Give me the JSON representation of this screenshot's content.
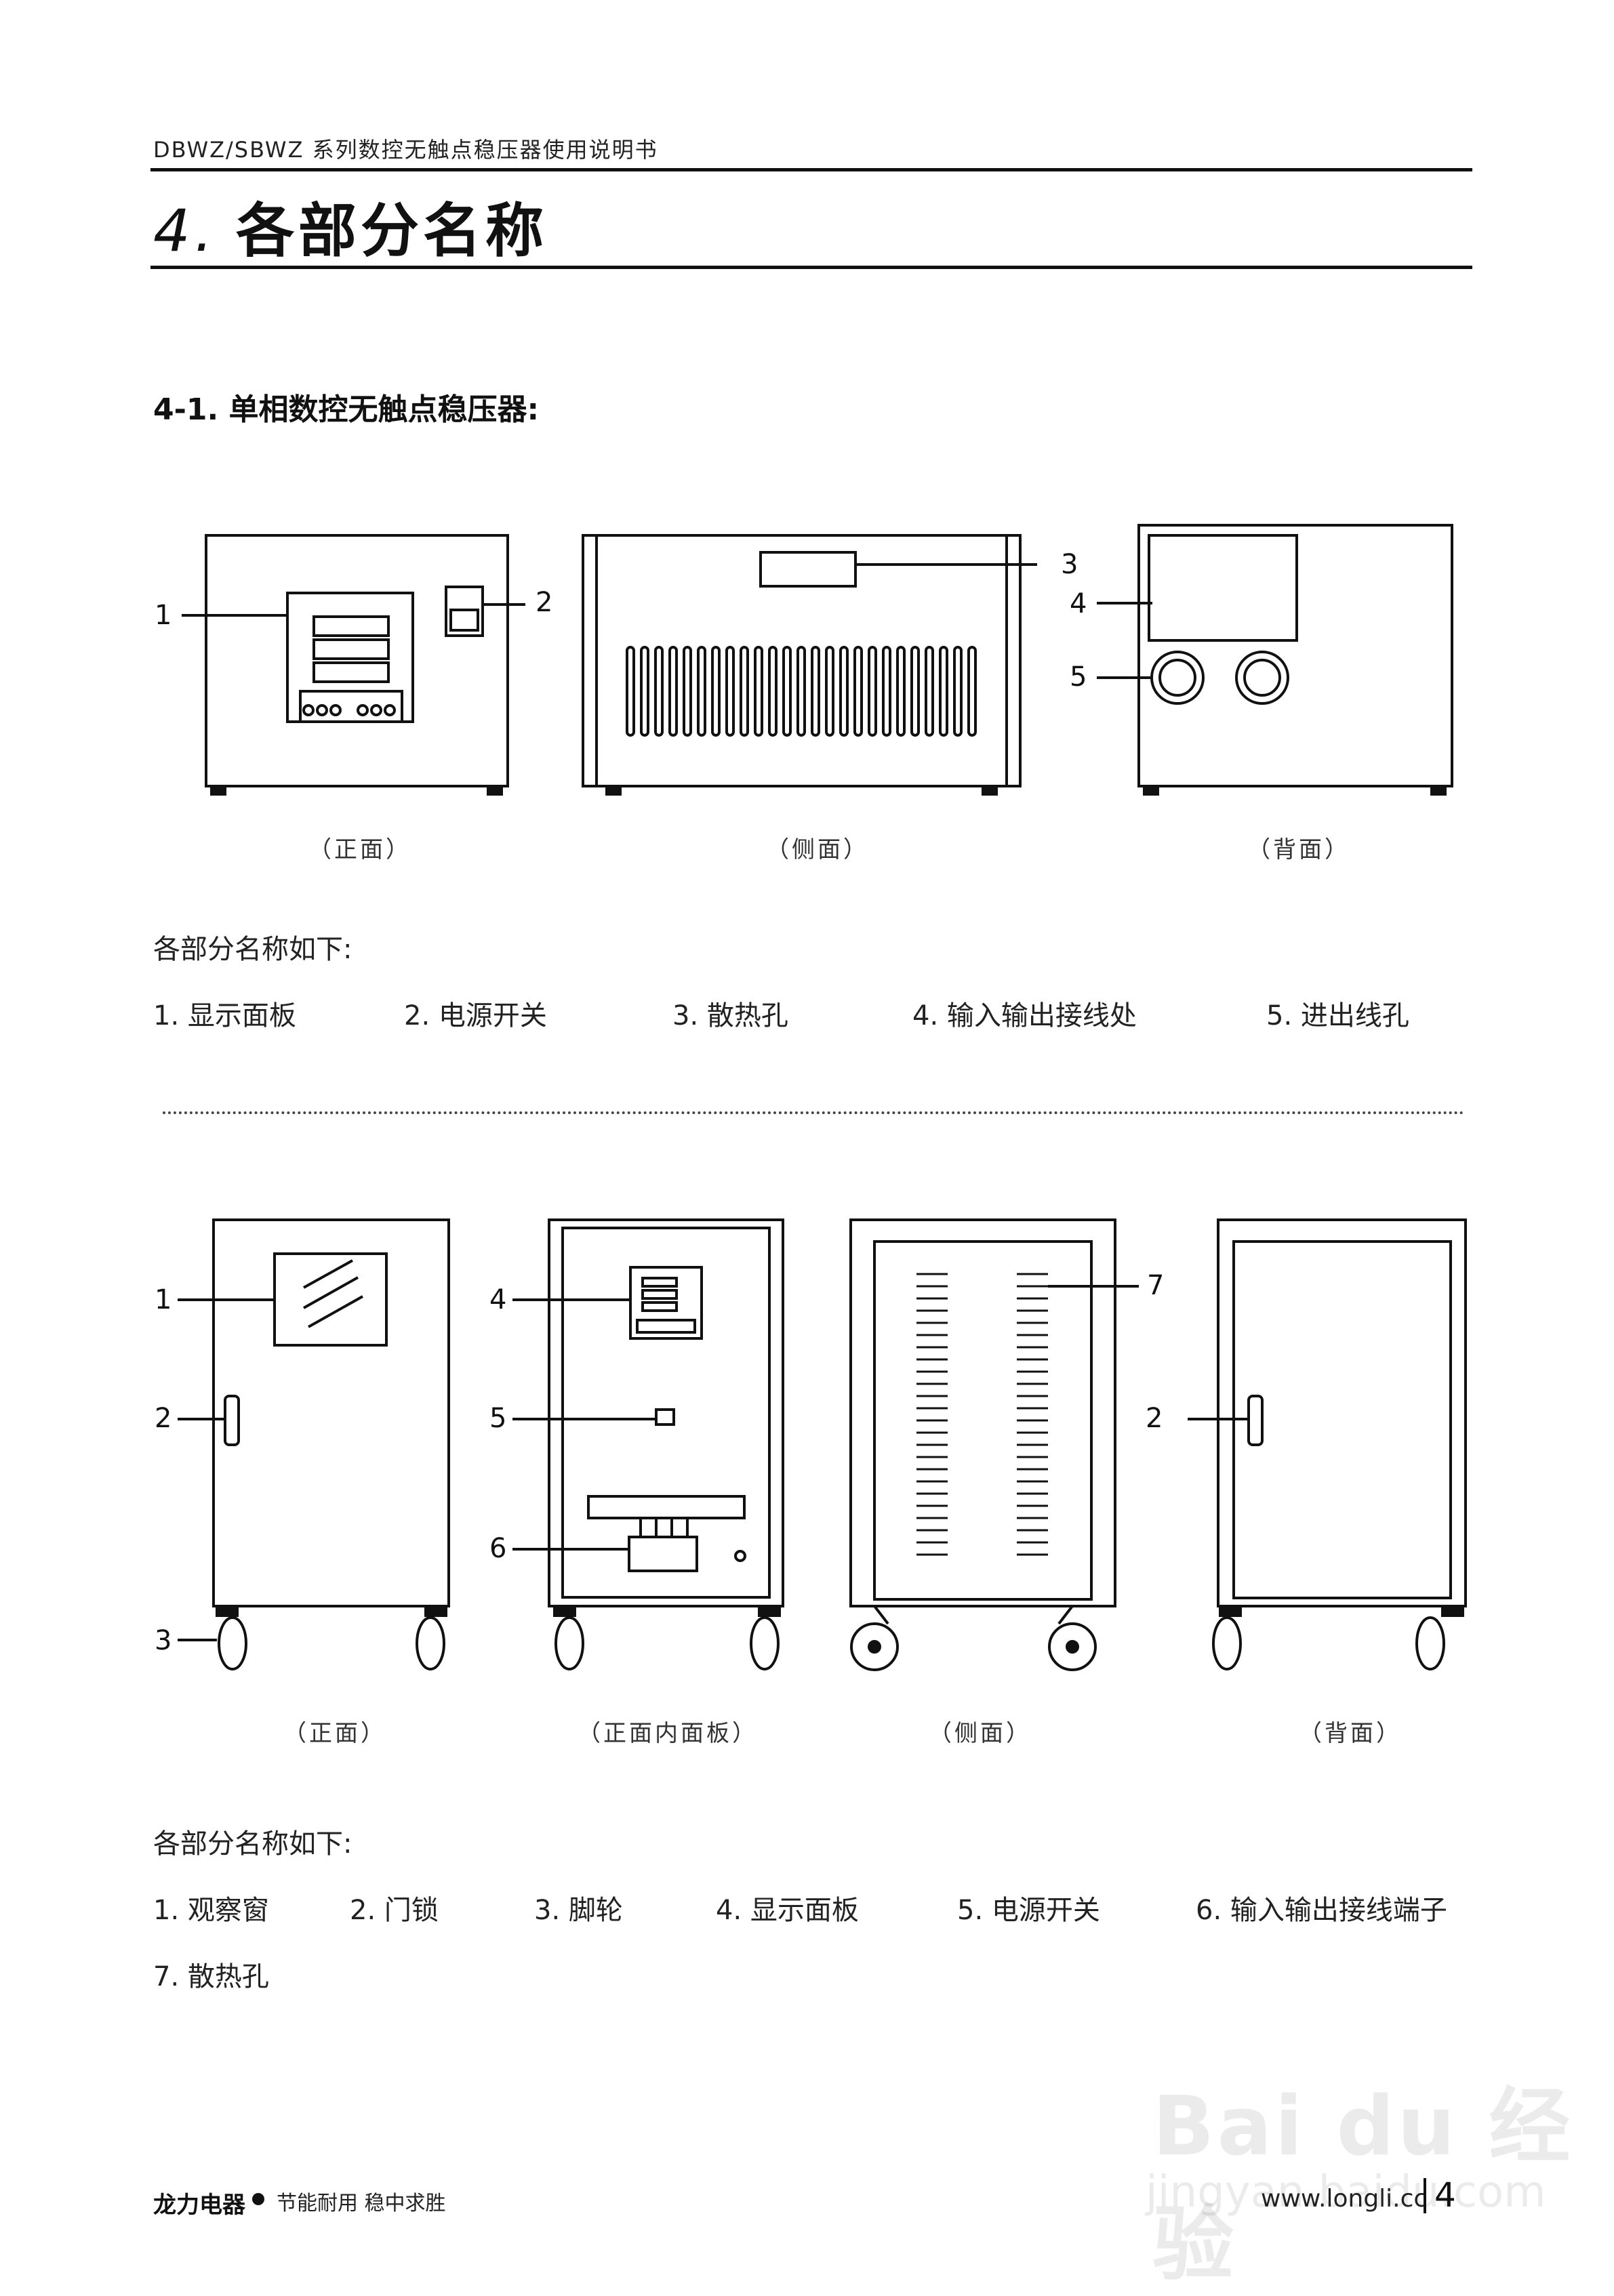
{
  "header": {
    "title": "DBWZ/SBWZ 系列数控无触点稳压器使用说明书"
  },
  "chapter": {
    "number": "4.",
    "title": "各部分名称"
  },
  "section1": {
    "title": "4-1. 单相数控无触点稳压器:",
    "captions": [
      "（正面）",
      "（侧面）",
      "（背面）"
    ],
    "callouts": [
      "1",
      "2",
      "3",
      "4",
      "5"
    ],
    "intro": "各部分名称如下:",
    "parts": [
      "1. 显示面板",
      "2. 电源开关",
      "3. 散热孔",
      "4. 输入输出接线处",
      "5. 进出线孔"
    ]
  },
  "section2": {
    "captions": [
      "（正面）",
      "（正面内面板）",
      "（侧面）",
      "（背面）"
    ],
    "callouts": [
      "1",
      "2",
      "3",
      "4",
      "5",
      "6",
      "7",
      "2"
    ],
    "intro": "各部分名称如下:",
    "parts": [
      "1. 观察窗",
      "2. 门锁",
      "3. 脚轮",
      "4. 显示面板",
      "5. 电源开关",
      "6. 输入输出接线端子",
      "7. 散热孔"
    ]
  },
  "footer": {
    "brand": "龙力电器",
    "slogan": "节能耐用 稳中求胜",
    "url": "www.longli.cc",
    "page": "4"
  },
  "watermark": {
    "logo": "Bai du 经验",
    "domain": "jingyan.baidu.com"
  }
}
